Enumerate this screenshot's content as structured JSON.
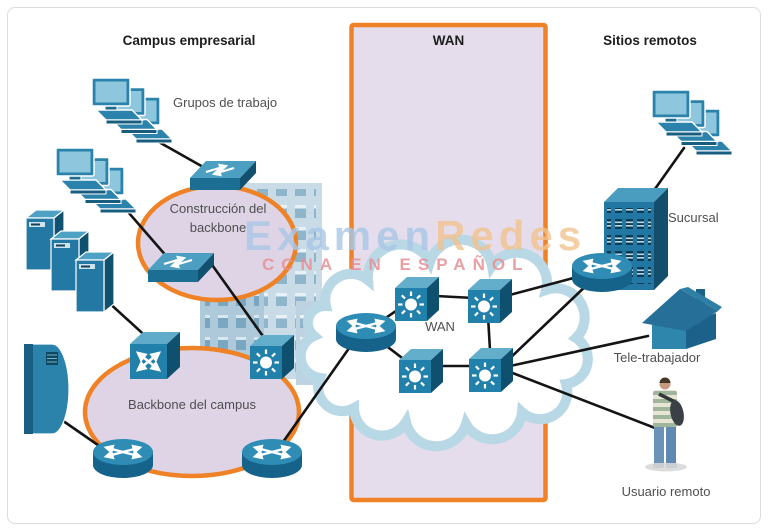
{
  "titles": {
    "campus": "Campus empresarial",
    "wan_band": "WAN",
    "remote_sites": "Sitios remotos"
  },
  "labels": {
    "workgroups": "Grupos de trabajo",
    "building_backbone_line1": "Construcción del",
    "building_backbone_line2": "backbone",
    "campus_backbone": "Backbone del campus",
    "wan_cloud": "WAN",
    "branch": "Sucursal",
    "teleworker": "Tele-trabajador",
    "remote_user": "Usuario remoto"
  },
  "watermark": {
    "brand_part1": "Examen",
    "brand_part2": "Redes",
    "tagline": "CCNA EN ESPAÑOL"
  },
  "colors": {
    "accent_orange": "#ef8226",
    "wan_band_fill": "#e5ddec",
    "ellipse_fill": "#ded4e6",
    "device_blue": "#2181ab",
    "cloud_stroke": "#2e80a9",
    "connection_line": "#141414",
    "watermark_blue": "#a9c7e6",
    "watermark_orange": "#f2c28f",
    "watermark_red": "#e79093"
  },
  "nodes": [
    {
      "id": "workgroup-pcs-1",
      "type": "workstation-group",
      "zone": "campus"
    },
    {
      "id": "workgroup-pcs-2",
      "type": "workstation-group",
      "zone": "campus"
    },
    {
      "id": "workgroup-switch-top",
      "type": "workgroup-switch",
      "zone": "campus"
    },
    {
      "id": "workgroup-switch-bottom",
      "type": "workgroup-switch",
      "zone": "campus"
    },
    {
      "id": "server-farm",
      "type": "server-group",
      "zone": "campus"
    },
    {
      "id": "mainframe",
      "type": "mainframe-server",
      "zone": "campus"
    },
    {
      "id": "layer3-switch",
      "type": "atm-switch",
      "zone": "campus"
    },
    {
      "id": "distribution-multilayer-switch",
      "type": "multilayer-switch",
      "zone": "campus"
    },
    {
      "id": "campus-router-left",
      "type": "router",
      "zone": "campus"
    },
    {
      "id": "campus-router-right",
      "type": "router",
      "zone": "campus"
    },
    {
      "id": "campus-building",
      "type": "office-building",
      "zone": "campus"
    },
    {
      "id": "wan-edge-router",
      "type": "router",
      "zone": "wan"
    },
    {
      "id": "wan-switch-top-left",
      "type": "multilayer-switch",
      "zone": "wan"
    },
    {
      "id": "wan-switch-top-right",
      "type": "multilayer-switch",
      "zone": "wan"
    },
    {
      "id": "wan-switch-bottom-left",
      "type": "multilayer-switch",
      "zone": "wan"
    },
    {
      "id": "wan-switch-bottom-right",
      "type": "multilayer-switch",
      "zone": "wan"
    },
    {
      "id": "branch-pcs",
      "type": "workstation-group",
      "zone": "remote"
    },
    {
      "id": "branch-building",
      "type": "office-building",
      "zone": "remote"
    },
    {
      "id": "branch-router",
      "type": "router",
      "zone": "remote"
    },
    {
      "id": "teleworker-house",
      "type": "house",
      "zone": "remote"
    },
    {
      "id": "remote-user-person",
      "type": "person",
      "zone": "remote"
    }
  ]
}
